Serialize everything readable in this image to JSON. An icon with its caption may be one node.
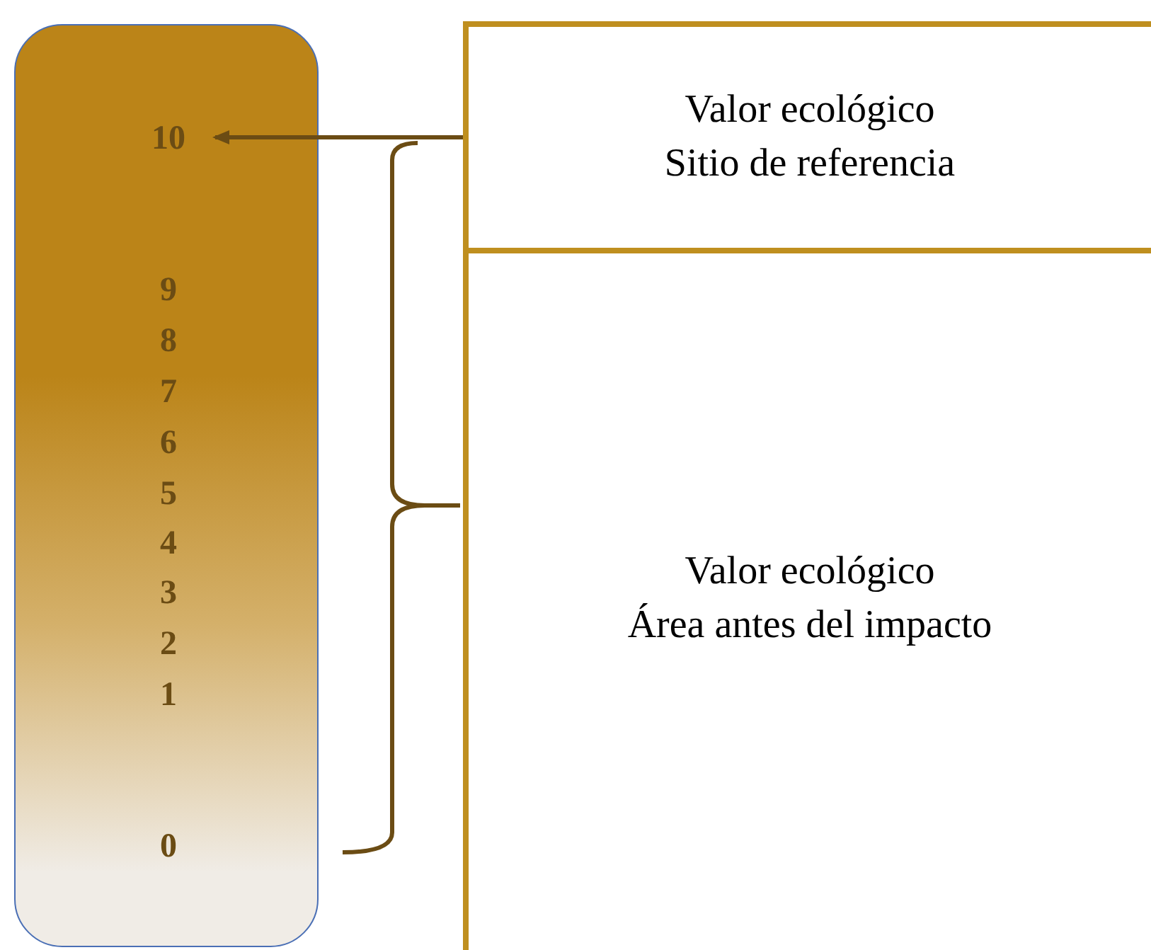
{
  "diagram": {
    "nodes": [
      {
        "text": [],
        "shape": "bar"
      },
      {
        "text": [
          "10"
        ],
        "in": 0
      },
      {
        "text": [
          "Valor ecológico",
          "Sitio de referencia"
        ]
      },
      {
        "text": [
          "Valor ecológico",
          "Área antes del impacto"
        ]
      }
    ],
    "edges": [
      {
        "from": 2,
        "to": 1,
        "arrow": "to"
      }
    ],
    "labels": [
      "9",
      "8",
      "7",
      "6",
      "5",
      "4",
      "3",
      "2",
      "1",
      "0"
    ]
  }
}
